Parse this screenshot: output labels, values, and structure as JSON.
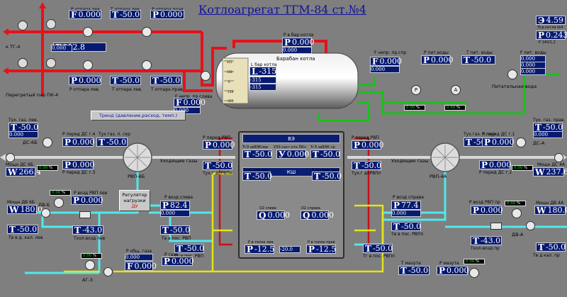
{
  "title": "Котлоагрегат ТГМ-84 ст.№4",
  "colors": {
    "steam": "#e8101a",
    "water": "#19c11a",
    "air": "#4fe8ee",
    "gas": "#e3e418",
    "flue": "#c8101a",
    "panel": "#071a70"
  },
  "top_left": {
    "to_tg4": "к ТГ-4",
    "tg4_flow_value": "312.8",
    "tg4_flow_small": "0.000",
    "superheated_label": "Перегретый пар ПК-4",
    "p_steam_left_label": "P отпара лев.",
    "p_steam_left_value": "0.000",
    "t_steam_left_label": "T отпара лев.",
    "t_steam_left_value": "-50.0",
    "p_steam_right_label": "P отпара прав.",
    "p_steam_right_value": "0.000",
    "p_steam_left2_label": "P отпара лев.",
    "p_steam_left2_value": "0.000",
    "t_steam_left2_label": "T отпара лев.",
    "t_steam_left2_value": "-50.0",
    "t_steam_right2_label": "T отпара прав.",
    "t_steam_right2_value": "-50.0"
  },
  "drum": {
    "name": "Барабан котла",
    "p_label": "P в бар котла",
    "p_value": "0.000",
    "p_small": "0.000",
    "level_label": "L бар котла",
    "level_value": "-315",
    "level_small_1": "-315",
    "level_small_2": "-315",
    "scale": [
      "315",
      "158",
      "0",
      "-158",
      "-315"
    ],
    "f_cont_label": "F непр. пр.слива",
    "f_cont_value": "0.000",
    "f_cont2_label": "F непр. пр.спр",
    "f_cont2_value": "0.000",
    "f_cont2_small": "0.000"
  },
  "feed": {
    "label": "Питательная вода",
    "p_label": "P пит.воды",
    "p_value": "0.000",
    "t_label": "T пит. воды",
    "t_value": "-50.0",
    "f_label": "F пит. воды",
    "f_small_1": "0.000",
    "f_small_2": "0.000",
    "f_small_3": "0.000",
    "valve_p_pct": "0.00",
    "valve_a_pct": "0.00"
  },
  "efficiency": {
    "e_value": "4.59",
    "e_label": "Эгд котла №4",
    "p_value": "0.243",
    "p_label": "P 140/1,2"
  },
  "trend_button": "Тренд (давление,расход, темп.)",
  "rvp6b": {
    "name": "РВП-6Б",
    "flue_label": "Уходящие газы",
    "t_flue_left_label": "Тух. газ. лев.",
    "t_flue_left_value": "-50.0",
    "t_flue_left_small": "0.000",
    "p_before_label": "P перед ДС г.4",
    "p_before_value": "0.000",
    "t_after_label": "Тух газ. п. скр",
    "t_after_value": "-50.0",
    "p_before2_label": "P перед ДС г.3",
    "ds_name": "ДС-6Б",
    "power_label": "Мощн ДС 6Б",
    "power_value": "266.4",
    "ds_pct": "0.00",
    "p_rvp_label": "P перед РВП",
    "p_rvp_value": "0.000",
    "t_rvp_label": "Тух.г доРВПн"
  },
  "rvp4a": {
    "name": "РВП-4А",
    "flue_label": "Уходящие газы",
    "t_flue_right_label": "Тух. газ. прав.",
    "t_flue_right_value": "-50.0",
    "t_flue_right_small": "0.000",
    "t_skr_label": "Тух.газ. п. скр",
    "t_skr_value": "-50.0",
    "p_before_label": "P перед ДС г.1",
    "p_before_value": "0.000",
    "p_before2_label": "P перед ДС г.2",
    "p_before2_value": "0.000",
    "ds_name": "ДС-А",
    "power_label": "Мощн ДС 4А",
    "power_value": "237.6",
    "ds_pct": "0.00",
    "p_rvp_label": "P перед РВП",
    "p_rvp_value": "0.000",
    "t_rvp_label": "Тух.г доРВПп"
  },
  "furnace": {
    "ve_label": "ВЭ",
    "ksh_label": "КШ",
    "t_ve_left_label": "TгЭ звВЭКлев",
    "t_ve_left_value": "-50.0",
    "u_label": "УЗЭ ност.отк.ПКл",
    "u_value": "0.000",
    "t_ve_right_label": "TгЭ звВЭК пр",
    "t_ve_right_value": "-50.0",
    "t_ksh_left_label": "T газ.кам.лев.",
    "t_ksh_left_value": "-50.0",
    "t_ksh_right_label": "T газ.кам прав",
    "t_ksh_right_value": "-50.0",
    "o2_left_label": "О2 слева",
    "o2_left_value": "0.000",
    "o2_right_label": "О2 справа",
    "o2_right_value": "0.000",
    "p_top_left_label": "P в топке лев.",
    "p_top_left_value": "-12.5",
    "p_top_mid_value": "-20.0",
    "p_top_right_label": "P в топке прав",
    "p_top_right_value": "-12.5"
  },
  "air_left": {
    "p_air_label": "P возд слева",
    "p_air_value": "82.4",
    "p_air_small": "0.000",
    "t_air_label": "Tв в пос. РВП",
    "t_air_value": "-50.0",
    "t_gas_label": "Tг в пос. РВП",
    "t_gas_value": "-50.0",
    "regulator_label": "Регулятор нагрузки",
    "regulator_sub": "ДУ",
    "p_rvp_label": "P возд РВП лев",
    "p_rvp_value": "0.000",
    "t_cold_label": "Тхол.возд лев",
    "t_cold_value": "-43.0",
    "dv_name": "ДВ-Б",
    "dv_power_label": "Мощн ДВ 6Б",
    "dv_power_value": "180.0",
    "dv_pct": "0.00",
    "t_before_label": "Tв в д. кал. лев",
    "t_before_value": "-50.0"
  },
  "air_right": {
    "p_air_label": "P возд справа",
    "p_air_value": "77.4",
    "p_air_small": "0.000",
    "t_air_label": "Tв в пос. РВПп",
    "t_air_value": "-50.0",
    "t_gas_label": "Tг в пос. РВПп",
    "t_gas_value": "-50.0",
    "p_rvp_label": "P возд РВП пр",
    "p_rvp_value": "0.000",
    "t_cold_label": "Тхол.возд пр",
    "t_cold_value": "-43.0",
    "dv_name": "ДВ-А",
    "dv_power_label": "Мощн ДВ 4А",
    "dv_power_value": "180.0",
    "dv_pct": "0.00",
    "t_before_label": "Tв д кал. пр",
    "t_before_value": "-50.0"
  },
  "gas": {
    "valve_name": "АГ-3",
    "valve_pct": "0.00",
    "p_total_label": "P общ. газа",
    "p_total_value": "0.000",
    "p_total_small": "0.000",
    "p_gas_label": "P газа",
    "p_gas_value": "0.000",
    "t_mazut_label": "T мазута",
    "t_mazut_value": "-50.0",
    "p_mazut_label": "P мазута",
    "p_mazut_value": "0.000",
    "mazut_pct": "0.00"
  }
}
